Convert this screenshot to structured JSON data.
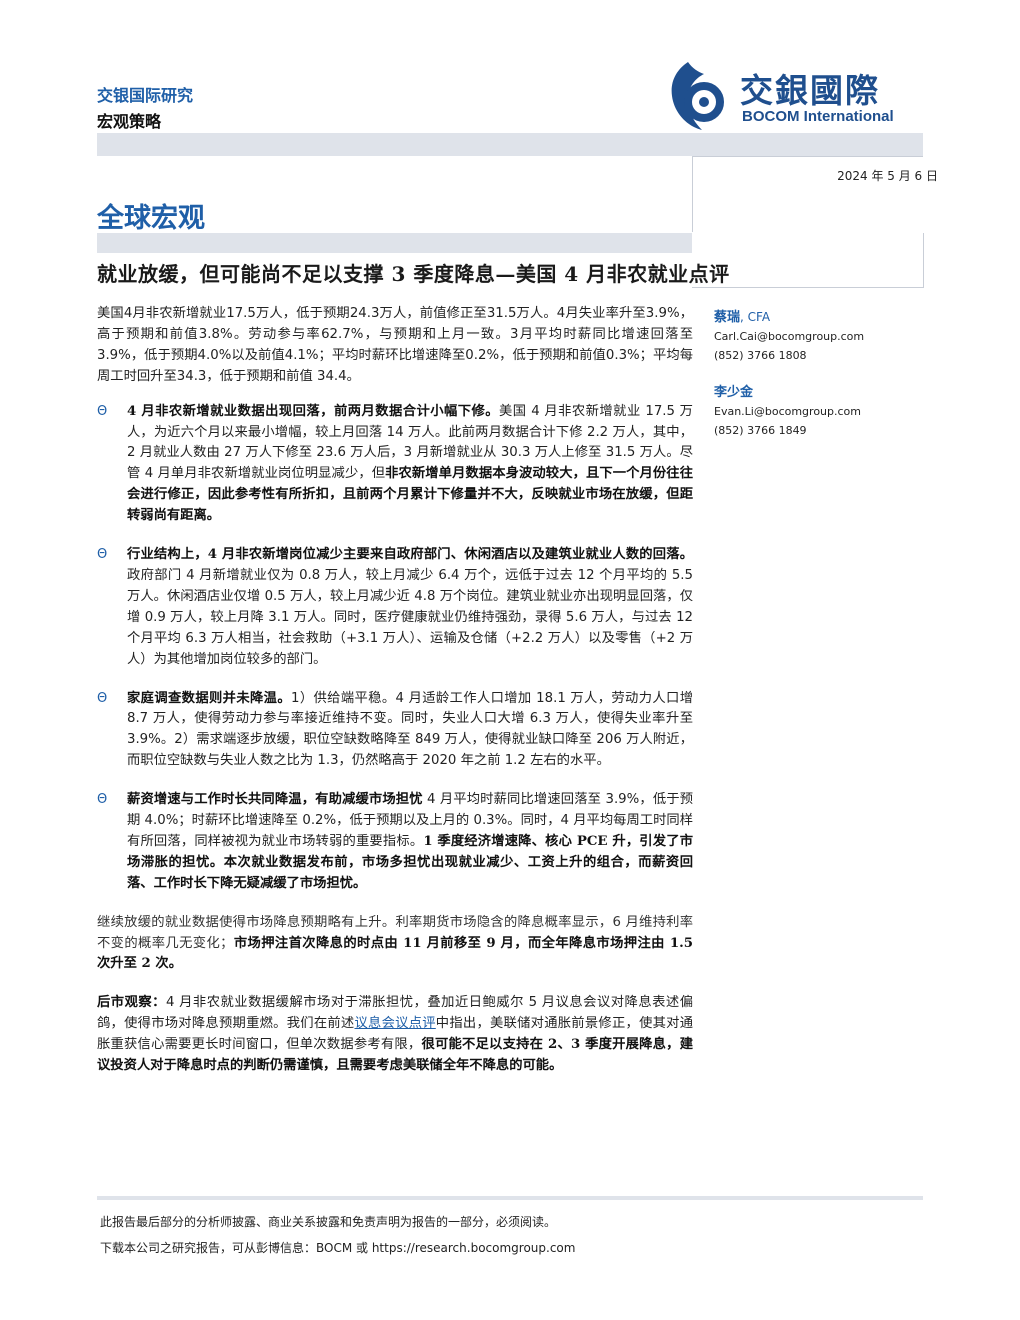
{
  "header": {
    "org": "交银国际研究",
    "section": "宏观策略",
    "logo_cn": "交銀國際",
    "logo_en": "BOCOM International",
    "date": "2024 年 5 月 6 日",
    "category": "全球宏观",
    "headline": "就业放缓，但可能尚不足以支撑 3 季度降息—美国 4 月非农就业点评"
  },
  "summary": "美国4月非农新增就业17.5万人，低于预期24.3万人，前值修正至31.5万人。4月失业率升至3.9%，高于预期和前值3.8%。劳动参与率62.7%，与预期和上月一致。3月平均时薪同比增速回落至3.9%，低于预期4.0%以及前值4.1%；平均时薪环比增速降至0.2%，低于预期和前值0.3%；平均每周工时回升至34.3，低于预期和前值 34.4。",
  "bullets": [
    {
      "mark": "Θ",
      "bold1": "4 月非农新增就业数据出现回落，前两月数据合计小幅下修。",
      "text1": "美国 4 月非农新增就业 17.5 万人，为近六个月以来最小增幅，较上月回落 14 万人。此前两月数据合计下修 2.2 万人，其中，2 月就业人数由 27 万人下修至 23.6 万人后，3 月新增就业从 30.3 万人上修至 31.5 万人。尽管 4 月单月非农新增就业岗位明显减少，但",
      "bold2": "非农新增单月数据本身波动较大，且下一个月份往往会进行修正，因此参考性有所折扣，且前两个月累计下修量并不大，反映就业市场在放缓，但距转弱尚有距离。"
    },
    {
      "mark": "Θ",
      "bold1": "行业结构上，4 月非农新增岗位减少主要来自政府部门、休闲酒店以及建筑业就业人数的回落。",
      "text1": "政府部门 4 月新增就业仅为 0.8 万人，较上月减少 6.4 万个，远低于过去 12 个月平均的 5.5 万人。休闲酒店业仅增 0.5 万人，较上月减少近 4.8 万个岗位。建筑业就业亦出现明显回落，仅增 0.9 万人，较上月降 3.1 万人。同时，医疗健康就业仍维持强劲，录得 5.6 万人，与过去 12 个月平均 6.3 万人相当，社会救助（+3.1 万人）、运输及仓储（+2.2 万人）以及零售（+2 万人）为其他增加岗位较多的部门。",
      "bold2": ""
    },
    {
      "mark": "Θ",
      "bold1": "家庭调查数据则并未降温。",
      "text1": "1）供给端平稳。4 月适龄工作人口增加 18.1 万人，劳动力人口增 8.7 万人，使得劳动力参与率接近维持不变。同时，失业人口大增 6.3 万人，使得失业率升至 3.9%。2）需求端逐步放缓，职位空缺数略降至 849 万人，使得就业缺口降至 206 万人附近，而职位空缺数与失业人数之比为 1.3，仍然略高于 2020 年之前 1.2 左右的水平。",
      "bold2": ""
    },
    {
      "mark": "Θ",
      "bold1": "薪资增速与工作时长共同降温，有助减缓市场担忧",
      "text1": " 4 月平均时薪同比增速回落至 3.9%，低于预期 4.0%；时薪环比增速降至 0.2%，低于预期以及上月的 0.3%。同时，4 月平均每周工时同样有所回落，同样被视为就业市场转弱的重要指标。",
      "bold2": "1 季度经济增速降、核心 PCE 升，引发了市场滞胀的担忧。本次就业数据发布前，市场多担忧出现就业减少、工资上升的组合，而薪资回落、工作时长下降无疑减缓了市场担忧。"
    }
  ],
  "para_rates": {
    "text": "继续放缓的就业数据使得市场降息预期略有上升。利率期货市场隐含的降息概率显示，6 月维持利率不变的概率几无变化；",
    "bold": "市场押注首次降息的时点由 11 月前移至 9 月，而全年降息市场押注由 1.5 次升至 2 次。"
  },
  "para_outlook": {
    "label": "后市观察：",
    "text1": "4 月非农就业数据缓解市场对于滞胀担忧，叠加近日鲍威尔 5 月议息会议对降息表述偏鸽，使得市场对降息预期重燃。我们在前述",
    "link": "议息会议点评",
    "text2": "中指出，美联储对通胀前景修正，使其对通胀重获信心需要更长时间窗口，但单次数据参考有限，",
    "bold": "很可能不足以支持在 2、3 季度开展降息，建议投资人对于降息时点的判断仍需谨慎，且需要考虑美联储全年不降息的可能。"
  },
  "analysts": [
    {
      "name": "蔡瑞",
      "suffix": ", CFA",
      "email": "Carl.Cai@bocomgroup.com",
      "phone": "(852) 3766 1808"
    },
    {
      "name": "李少金",
      "suffix": "",
      "email": "Evan.Li@bocomgroup.com",
      "phone": "(852) 3766 1849"
    }
  ],
  "footer": {
    "disclaimer": "此报告最后部分的分析师披露、商业关系披露和免责声明为报告的一部分，必须阅读。",
    "download": "下载本公司之研究报告，可从彭博信息：BOCM 或 https://research.bocomgroup.com"
  },
  "colors": {
    "brand": "#1f5fa8",
    "band": "#dfe3ea"
  }
}
